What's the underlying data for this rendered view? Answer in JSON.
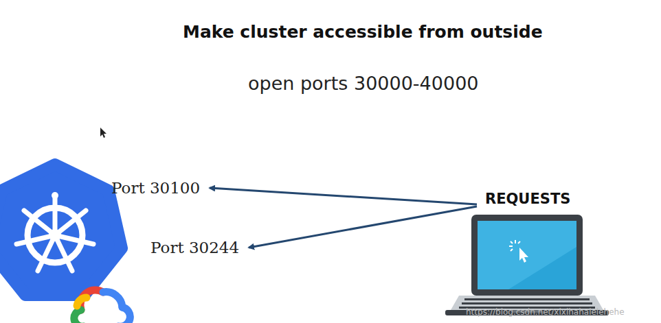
{
  "diagram": {
    "title": "Make cluster accessible from outside",
    "nodes": [
      {
        "text": [
          "Port 30100"
        ]
      },
      {
        "text": [
          "Port 30244"
        ]
      },
      {
        "text": [
          "REQUESTS"
        ]
      }
    ],
    "edges": [
      {
        "from": 2,
        "to": 0,
        "arrow": "to"
      },
      {
        "from": 2,
        "to": 1,
        "arrow": "to"
      }
    ],
    "labels": [
      "open ports 30000-40000",
      "https://blog.csdn.net/xixihahalelehehe"
    ]
  }
}
